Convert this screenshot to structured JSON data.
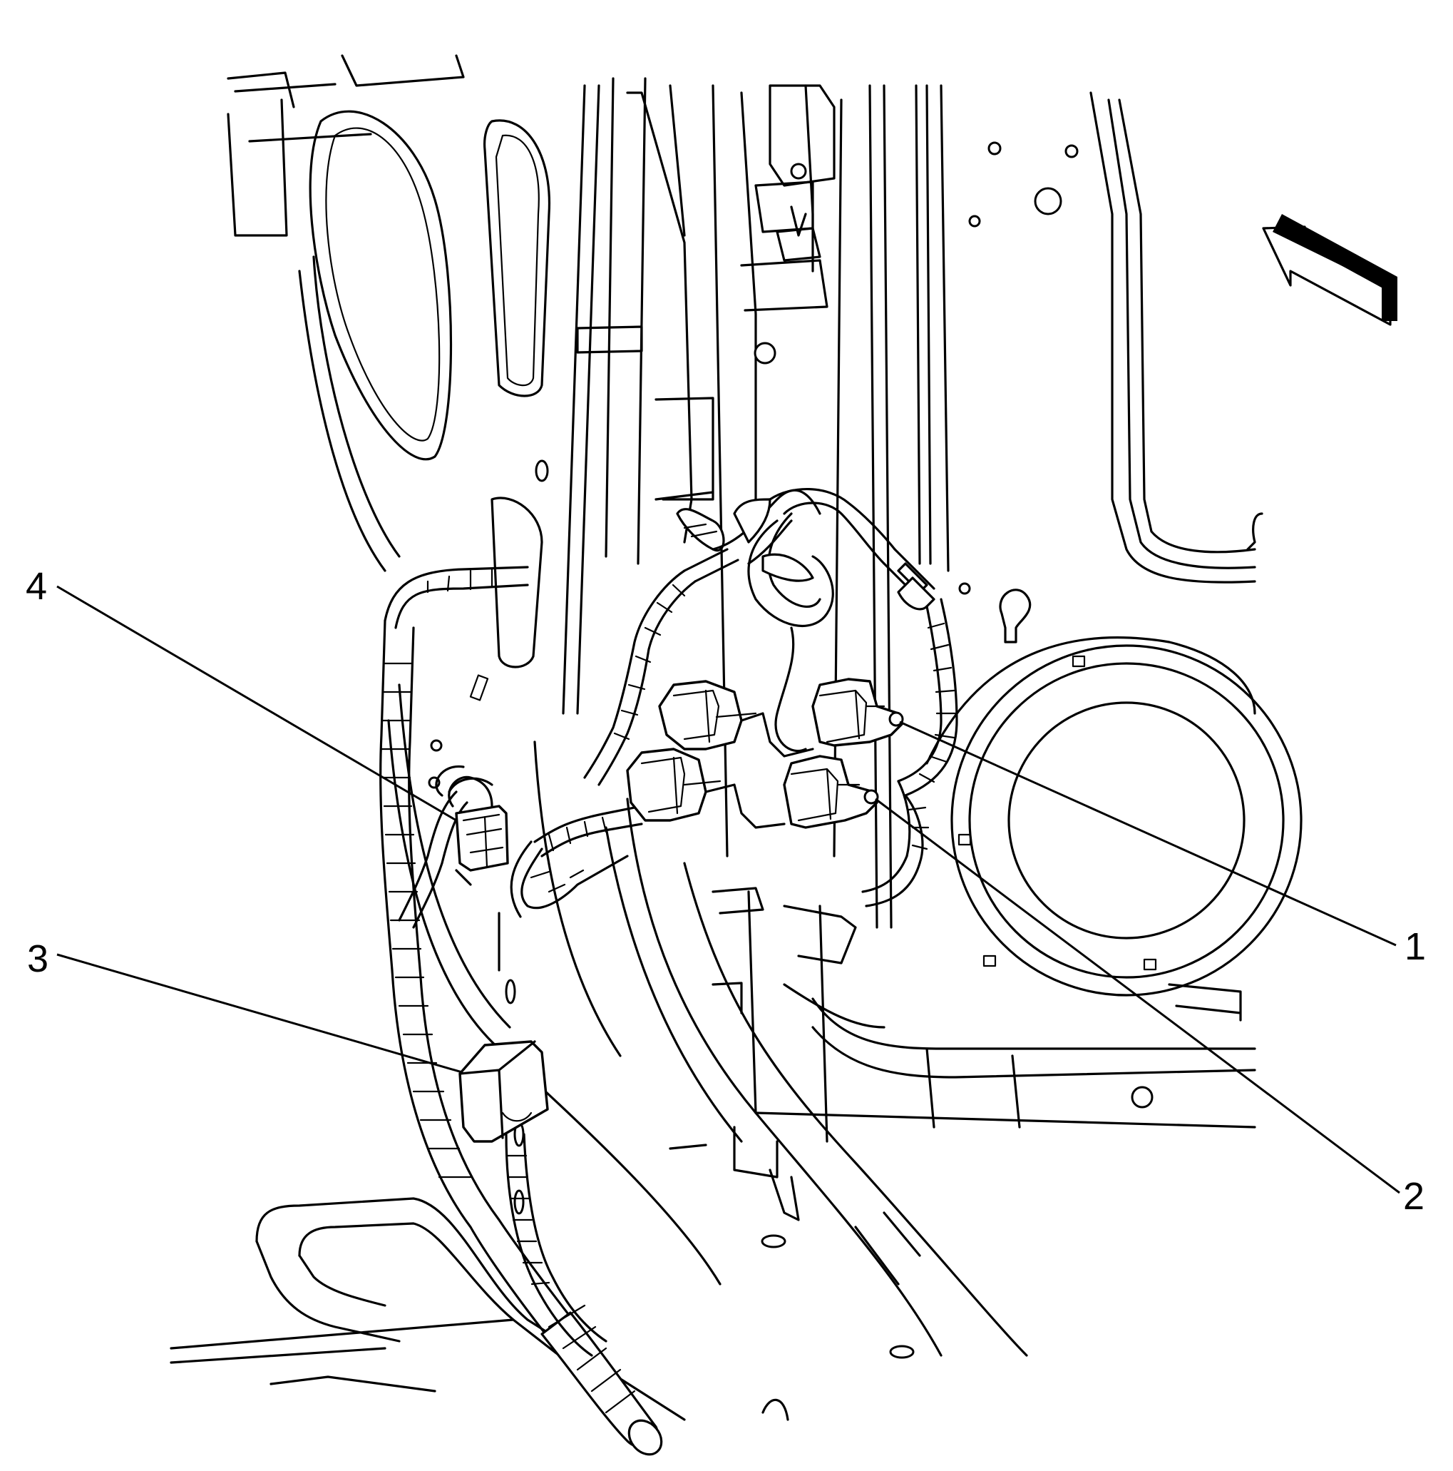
{
  "callouts": [
    {
      "id": "1",
      "label": "1"
    },
    {
      "id": "2",
      "label": "2"
    },
    {
      "id": "3",
      "label": "3"
    },
    {
      "id": "4",
      "label": "4"
    }
  ],
  "colors": {
    "line": "#000000",
    "background": "#ffffff"
  },
  "icons": {
    "direction_arrow": "arrow-forward-icon"
  }
}
